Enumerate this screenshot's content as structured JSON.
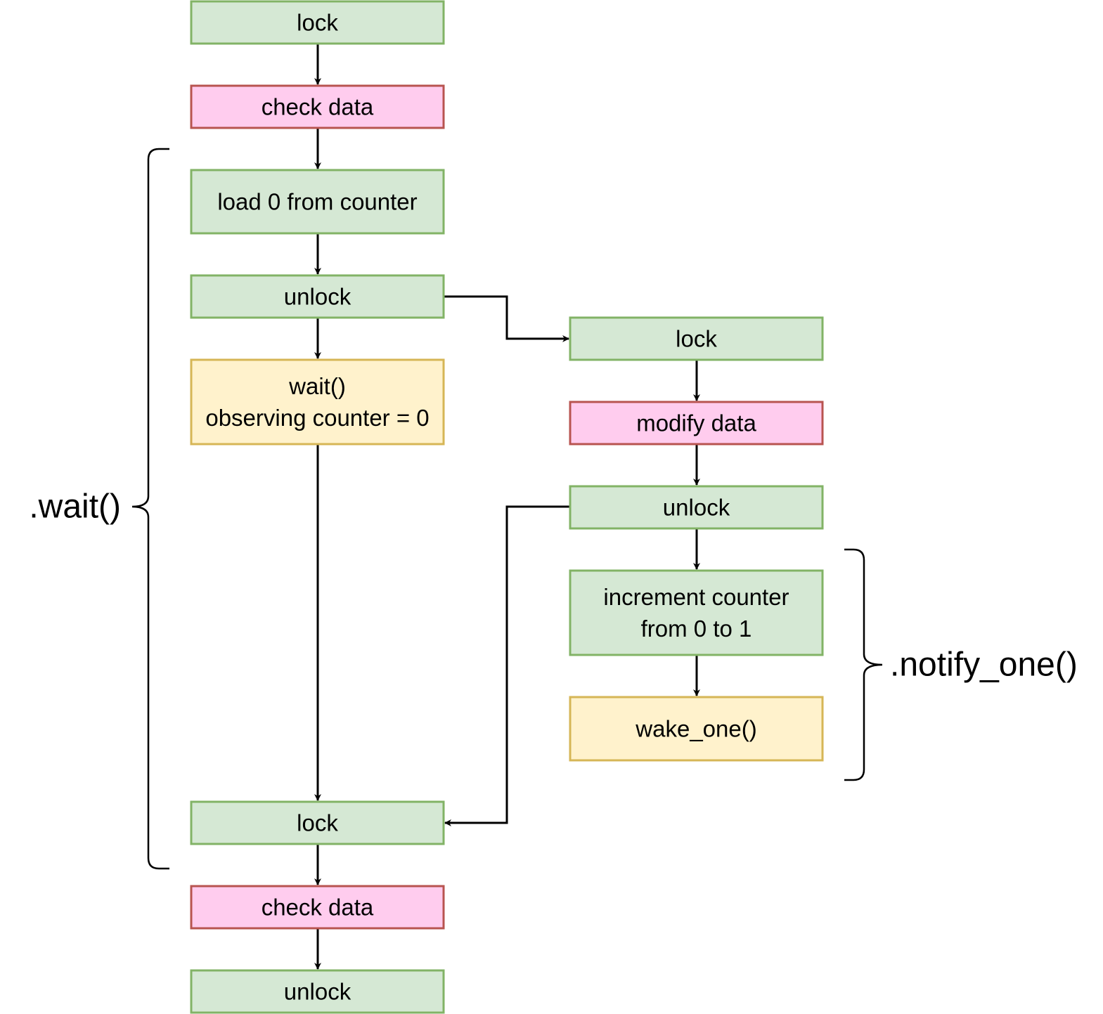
{
  "colors": {
    "green_fill": "#d5e8d4",
    "green_stroke": "#82b366",
    "pink_fill": "#ffccee",
    "pink_stroke": "#b85450",
    "yellow_fill": "#fff2cc",
    "yellow_stroke": "#d6b656"
  },
  "nodes": {
    "lock1": {
      "lines": [
        "lock"
      ],
      "style": "green"
    },
    "check1": {
      "lines": [
        "check data"
      ],
      "style": "pink"
    },
    "load": {
      "lines": [
        "load 0 from counter"
      ],
      "style": "green"
    },
    "unlock1": {
      "lines": [
        "unlock"
      ],
      "style": "green"
    },
    "wait": {
      "lines": [
        "wait()",
        "observing counter = 0"
      ],
      "style": "yellow"
    },
    "lock3": {
      "lines": [
        "lock"
      ],
      "style": "green"
    },
    "check2": {
      "lines": [
        "check data"
      ],
      "style": "pink"
    },
    "unlock3": {
      "lines": [
        "unlock"
      ],
      "style": "green"
    },
    "lock2": {
      "lines": [
        "lock"
      ],
      "style": "green"
    },
    "modify": {
      "lines": [
        "modify data"
      ],
      "style": "pink"
    },
    "unlock2": {
      "lines": [
        "unlock"
      ],
      "style": "green"
    },
    "increment": {
      "lines": [
        "increment counter",
        "from 0 to 1"
      ],
      "style": "green"
    },
    "wake": {
      "lines": [
        "wake_one()"
      ],
      "style": "yellow"
    }
  },
  "braces": {
    "wait": {
      "label": ".wait()"
    },
    "notify": {
      "label": ".notify_one()"
    }
  }
}
